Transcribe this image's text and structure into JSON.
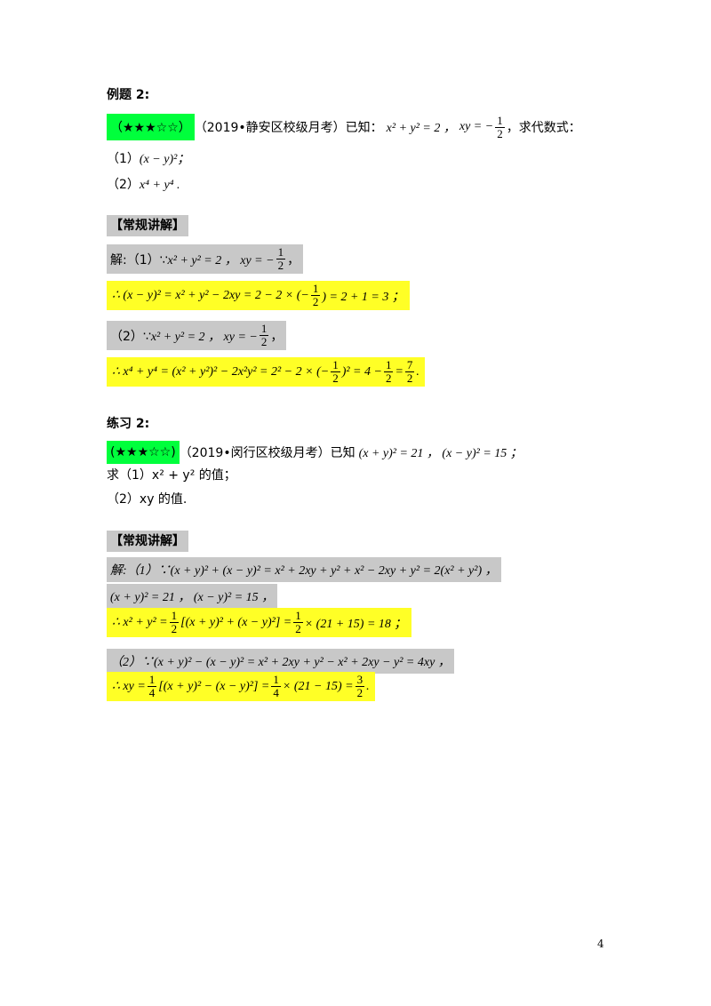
{
  "example": {
    "heading": "例题 2:",
    "stars": "（★★★☆☆）",
    "source": "（2019•静安区校级月考）已知：",
    "given_a": "x² + y² = 2 ，",
    "given_b_lhs": "xy = −",
    "given_b_num": "1",
    "given_b_den": "2",
    "given_tail": "，求代数式：",
    "q1_label": "（1）",
    "q1_expr": "(x − y)²；",
    "q2_label": "（2）",
    "q2_expr": "x⁴ + y⁴ ."
  },
  "example_solution": {
    "header": "【常规讲解】",
    "line1_prefix": "解:（1）∵",
    "line1_expr": "x² + y² = 2 ，  xy = −",
    "line1_num": "1",
    "line1_den": "2",
    "line1_tail": "，",
    "line2_a": "∴ (x − y)² = x² + y² − 2xy = 2 − 2 × (−",
    "line2_num": "1",
    "line2_den": "2",
    "line2_b": ") = 2 + 1 = 3 ；",
    "line3_prefix": "（2）∵",
    "line3_expr": "x² + y² = 2 ，  xy = −",
    "line3_num": "1",
    "line3_den": "2",
    "line3_tail": "，",
    "line4_a": "∴ x⁴ + y⁴ = (x² + y²)² − 2x²y² = 2² − 2 × (−",
    "line4_num1": "1",
    "line4_den1": "2",
    "line4_b": ")² = 4 −",
    "line4_num2": "1",
    "line4_den2": "2",
    "line4_c": "=",
    "line4_num3": "7",
    "line4_den3": "2",
    "line4_d": "."
  },
  "exercise": {
    "heading": "练习 2:",
    "stars": "(★★★☆☆)",
    "source": "（2019•闵行区校级月考）已知",
    "given": "(x + y)² = 21 ，  (x − y)² = 15 ；",
    "q1": "求（1）x² + y² 的值；",
    "q2": "（2）xy 的值."
  },
  "exercise_solution": {
    "header": "【常规讲解】",
    "line1": "解:（1）∵(x + y)² + (x − y)² = x² + 2xy + y² + x² − 2xy + y² = 2(x² + y²) ，",
    "line2": "(x + y)² = 21 ，  (x − y)² = 15 ，",
    "line3_a": "∴ x² + y² =",
    "line3_num1": "1",
    "line3_den1": "2",
    "line3_b": "[(x + y)² + (x − y)²] =",
    "line3_num2": "1",
    "line3_den2": "2",
    "line3_c": "× (21 + 15) = 18 ；",
    "line4": "（2）∵(x + y)² − (x − y)² = x² + 2xy + y² − x² + 2xy − y² = 4xy ，",
    "line5_a": "∴ xy =",
    "line5_num1": "1",
    "line5_den1": "4",
    "line5_b": "[(x + y)² − (x − y)²] =",
    "line5_num2": "1",
    "line5_den2": "4",
    "line5_c": "× (21 − 15) =",
    "line5_num3": "3",
    "line5_den3": "2",
    "line5_d": "."
  },
  "page_number": "4"
}
